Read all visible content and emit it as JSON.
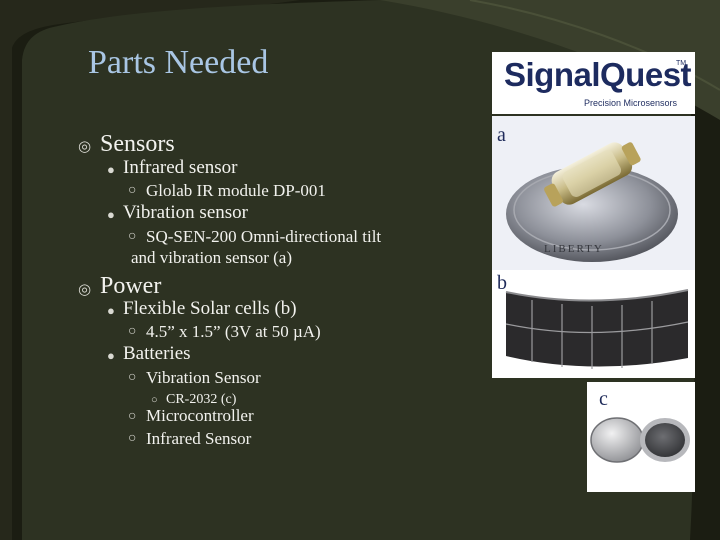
{
  "title": "Parts Needed",
  "outline": [
    {
      "level": 1,
      "text": "Sensors"
    },
    {
      "level": 2,
      "text": "Infrared sensor"
    },
    {
      "level": 3,
      "text": "Glolab IR module DP-001"
    },
    {
      "level": 2,
      "text": "Vibration sensor"
    },
    {
      "level": 3,
      "text": "SQ-SEN-200 Omni-directional tilt"
    },
    {
      "level": 3,
      "text": "and vibration sensor (a)",
      "continuation": true
    },
    {
      "level": 1,
      "text": "Power"
    },
    {
      "level": 2,
      "text": "Flexible Solar cells (b)"
    },
    {
      "level": 3,
      "text": "4.5” x 1.5” (3V at 50 µA)"
    },
    {
      "level": 2,
      "text": "Batteries"
    },
    {
      "level": 3,
      "text": "Vibration Sensor"
    },
    {
      "level": 4,
      "text": "CR-2032 (c)"
    },
    {
      "level": 3,
      "text": "Microcontroller"
    },
    {
      "level": 3,
      "text": "Infrared Sensor"
    }
  ],
  "bullet_glyphs": {
    "1": "◎",
    "2": "●",
    "3": "○",
    "4": "○"
  },
  "figures": {
    "logo": {
      "brand": "SignalQuest",
      "trademark": "TM",
      "tagline": "Precision Microsensors"
    },
    "a": {
      "label": "a"
    },
    "b": {
      "label": "b"
    },
    "c": {
      "label": "c"
    }
  },
  "colors": {
    "background": "#1b1d12",
    "panel": "#2d3222",
    "title": "#a9c6e4",
    "text": "#f2f2ee"
  }
}
